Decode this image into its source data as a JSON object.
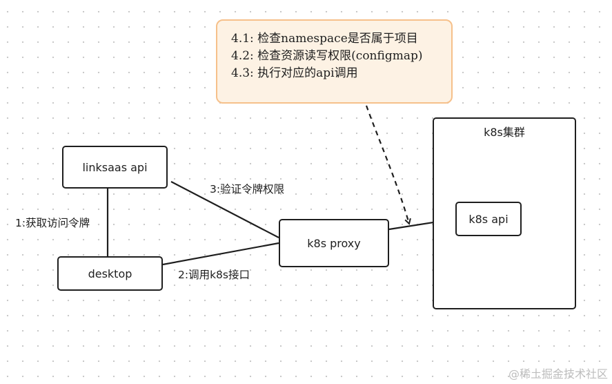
{
  "note": {
    "lines": [
      "4.1: 检查namespace是否属于项目",
      "4.2: 检查资源读写权限(configmap)",
      "4.3: 执行对应的api调用"
    ]
  },
  "cluster": {
    "label": "k8s集群"
  },
  "nodes": {
    "linksaas_api": "linksaas api",
    "desktop": "desktop",
    "k8s_proxy": "k8s proxy",
    "k8s_api": "k8s api"
  },
  "edge_labels": {
    "get_token": "1:获取访问令牌",
    "call_k8s": "2:调用k8s接口",
    "verify_token": "3:验证令牌权限"
  },
  "watermark": "@稀土掘金技术社区",
  "colors": {
    "stroke": "#1e1e1e",
    "note_border": "#f6c08a",
    "note_fill": "#fdf2e4",
    "grid_dot": "#c9c9c9"
  }
}
